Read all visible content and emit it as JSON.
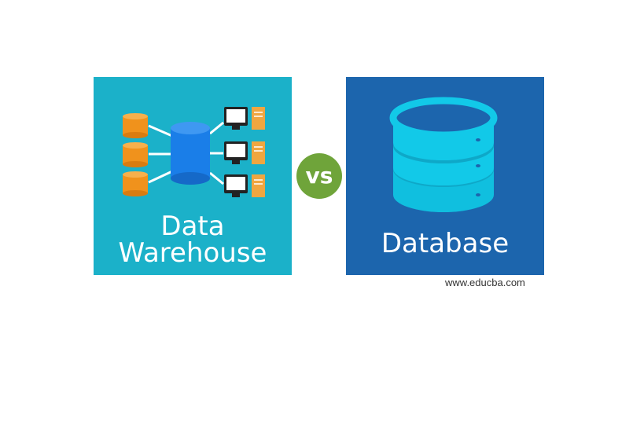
{
  "left_panel": {
    "title_line1": "Data",
    "title_line2": "Warehouse"
  },
  "right_panel": {
    "title": "Database"
  },
  "vs_label": "vs",
  "watermark": "www.educba.com",
  "colors": {
    "left_bg": "#1bb1c9",
    "right_bg": "#1c65ad",
    "vs_green": "#6fa43a",
    "cylinder_orange": "#f0921c",
    "cylinder_blue": "#1a7ee8",
    "db_cyan": "#12c9e8"
  },
  "icons": [
    "database-cylinder-icon",
    "computer-monitor-icon",
    "server-tower-icon",
    "stacked-database-icon"
  ]
}
